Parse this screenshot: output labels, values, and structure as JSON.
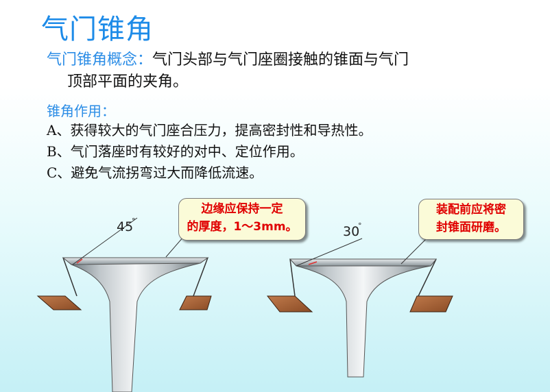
{
  "title": "气门锥角",
  "concept": {
    "label": "气门锥角概念：",
    "line1": "气门头部与气门座圈接触的锥面与气门",
    "line2": "顶部平面的夹角。"
  },
  "use_title": "锥角作用：",
  "items": [
    "A、获得较大的气门座合压力，提高密封性和导热性。",
    "B、气门落座时有较好的对中、定位作用。",
    "C、避免气流拐弯过大而降低流速。"
  ],
  "callout_left": {
    "line1": "边缘应保持一定",
    "line2": "的厚度，1～3mm。"
  },
  "callout_right": {
    "line1": "装配前应将密",
    "line2": "封锥面研磨。"
  },
  "valve_left_angle": "45",
  "valve_right_angle": "30",
  "degree_mark": "°"
}
